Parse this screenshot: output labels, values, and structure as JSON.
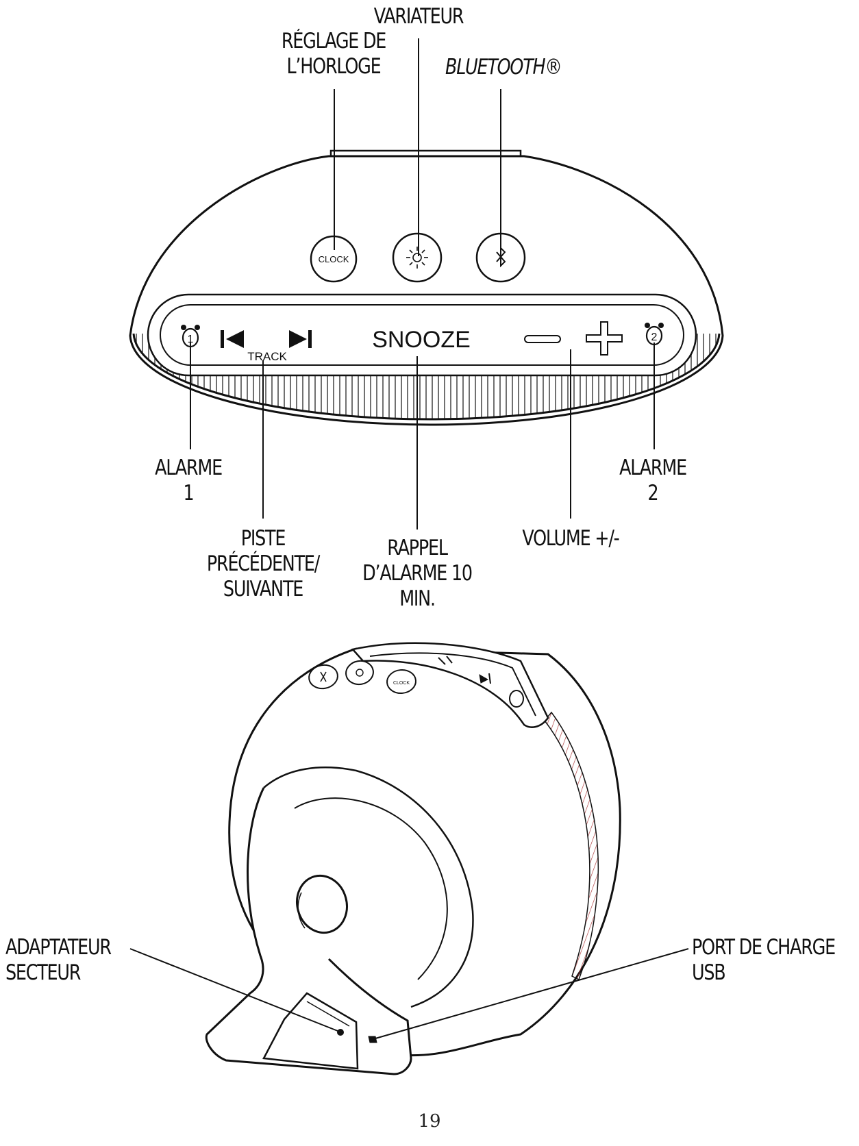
{
  "labels": {
    "clock_setting": [
      "RÉGLAGE DE",
      "L’HORLOGE"
    ],
    "dimmer": "VARIATEUR",
    "bluetooth": "BLUETOOTH®",
    "alarm1": [
      "ALARME",
      "1"
    ],
    "alarm2": [
      "ALARME",
      "2"
    ],
    "track": [
      "PISTE",
      "PRÉCÉDENTE/",
      "SUIVANTE"
    ],
    "snooze": [
      "RAPPEL",
      "D’ALARME 10",
      "MIN."
    ],
    "volume": "VOLUME +/-",
    "ac_adapter": [
      "ADAPTATEUR",
      "SECTEUR"
    ],
    "usb_port": [
      "PORT DE CHARGE",
      "USB"
    ]
  },
  "device_text": {
    "clock_button": "CLOCK",
    "track_label": "TRACK",
    "snooze_label": "SNOOZE",
    "alarm1_badge": "1",
    "alarm2_badge": "2",
    "small_clock_button": "CLOCK"
  },
  "page_number": "19"
}
